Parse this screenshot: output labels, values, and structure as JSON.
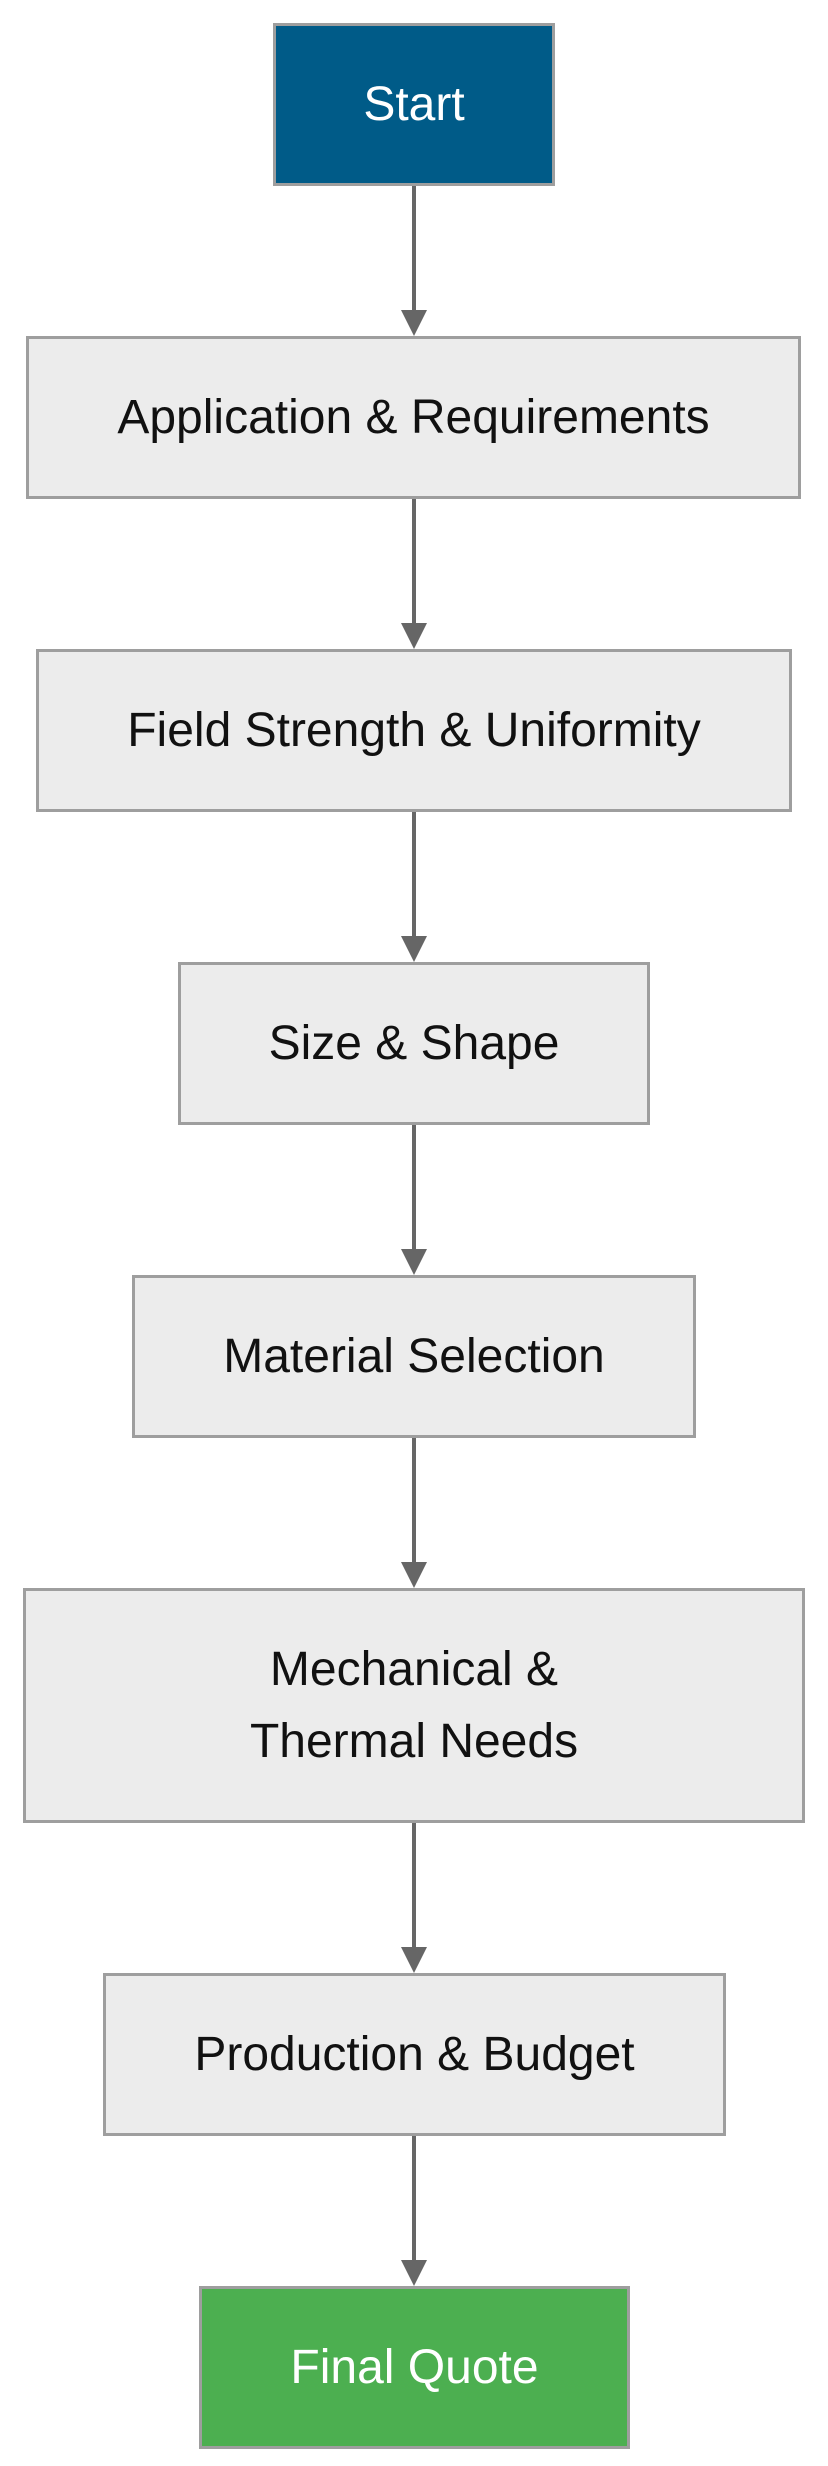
{
  "flowchart": {
    "start": {
      "label": "Start",
      "color": "#005b88"
    },
    "steps": [
      {
        "label": "Application & Requirements"
      },
      {
        "label": "Field Strength & Uniformity"
      },
      {
        "label": "Size & Shape"
      },
      {
        "label": "Material Selection"
      },
      {
        "label": "Mechanical & Thermal Needs"
      },
      {
        "label": "Production & Budget"
      }
    ],
    "end": {
      "label": "Final Quote",
      "color": "#4caf50"
    },
    "step_fill": "#ececec",
    "step_border": "#9e9e9e",
    "arrow_color": "#666666"
  }
}
